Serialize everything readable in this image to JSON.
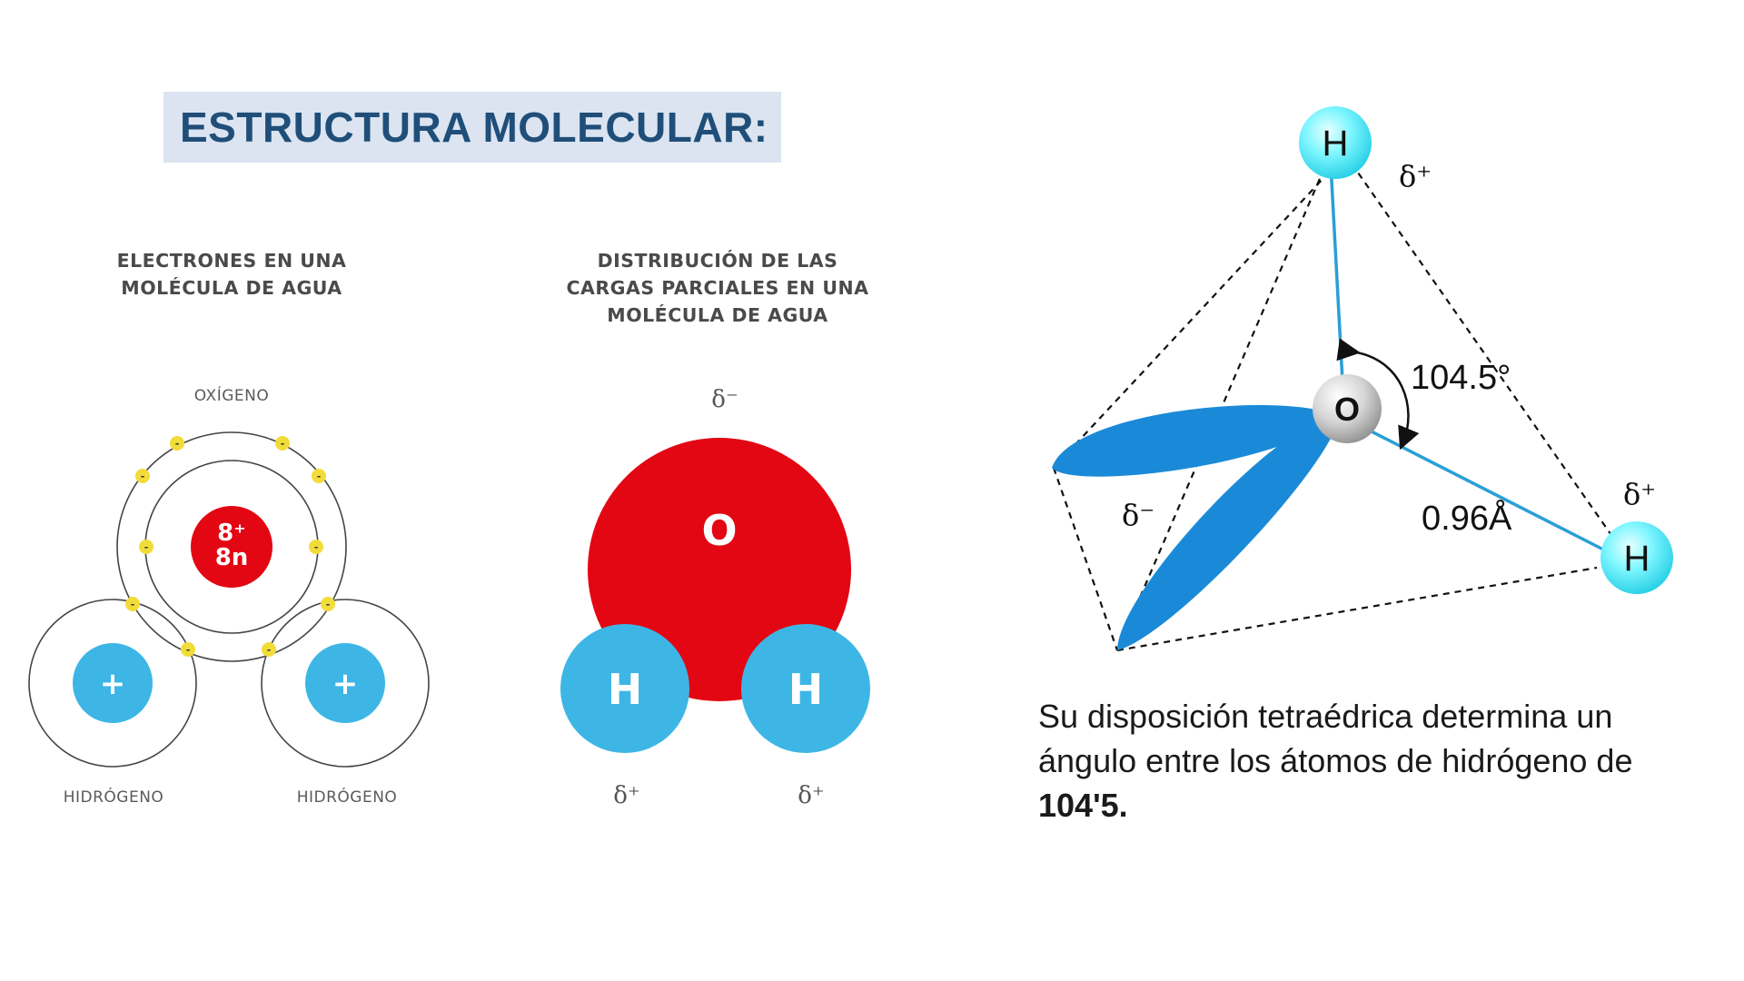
{
  "slide": {
    "title": "ESTRUCTURA MOLECULAR:"
  },
  "electron_diagram": {
    "caption_line1": "ELECTRONES EN UNA",
    "caption_line2": "MOLÉCULA DE AGUA",
    "oxygen_label": "OXÍGENO",
    "nucleus_line1": "8⁺",
    "nucleus_line2": "8n",
    "hydrogen_left_label": "HIDRÓGENO",
    "hydrogen_right_label": "HIDRÓGENO",
    "proton_symbol": "+",
    "electron_symbol": "-"
  },
  "charge_diagram": {
    "caption_line1": "DISTRIBUCIÓN DE LAS",
    "caption_line2": "CARGAS PARCIALES EN UNA",
    "caption_line3": "MOLÉCULA DE AGUA",
    "delta_minus": "δ⁻",
    "oxygen_symbol": "O",
    "hydrogen_symbol": "H",
    "delta_plus": "δ⁺"
  },
  "tetrahedral_diagram": {
    "hydrogen_symbol": "H",
    "oxygen_symbol": "O",
    "angle_label": "104.5°",
    "bond_length_label": "0.96Å",
    "delta_plus": "δ⁺",
    "delta_minus": "δ⁻"
  },
  "description": {
    "text": "Su disposición tetraédrica determina un ángulo entre los átomos de hidrógeno de ",
    "value": "104'5."
  },
  "colors": {
    "title_text": "#1f4e79",
    "title_background": "#dbe4f0",
    "oxygen_red": "#e30613",
    "hydrogen_blue": "#3db6e6",
    "electron_yellow": "#f2dc3a",
    "lobe_blue": "#1a8ad8",
    "bond_blue": "#2a9fd6",
    "hydrogen_cyan": "#6ff0ff"
  }
}
